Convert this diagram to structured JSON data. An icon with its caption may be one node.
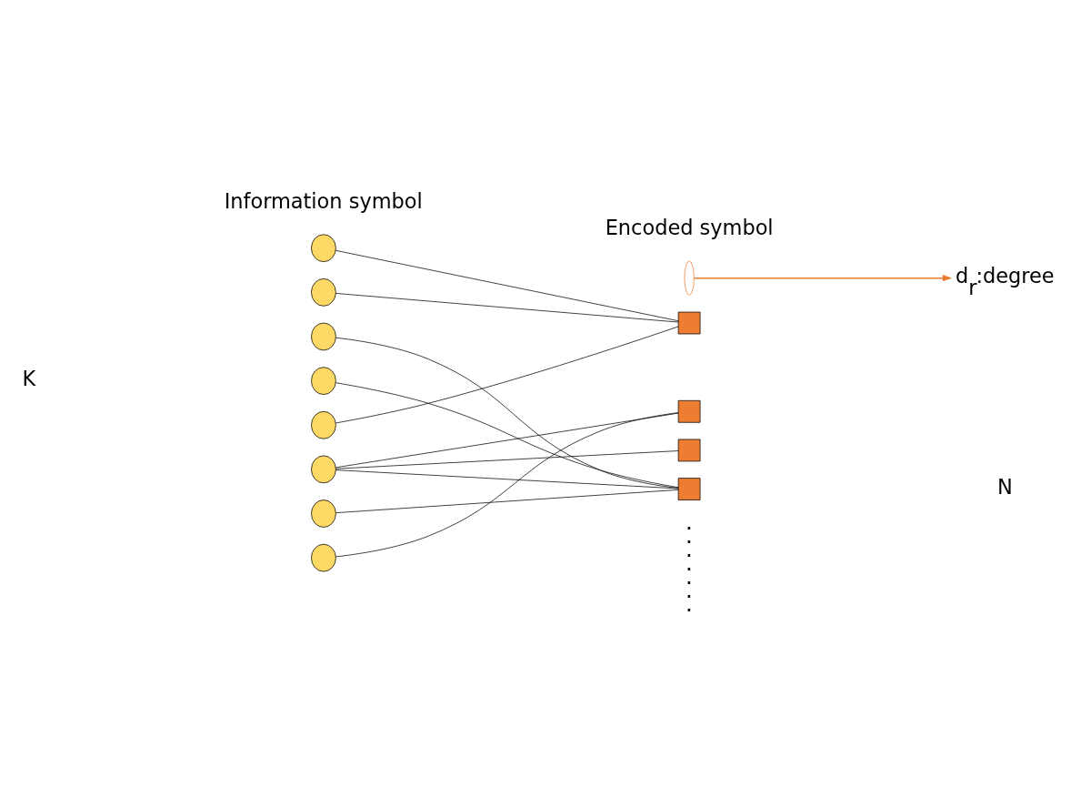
{
  "diagram": {
    "nodes": [
      {
        "text": [],
        "shape": "circle"
      },
      {
        "text": [],
        "shape": "circle"
      },
      {
        "text": [],
        "shape": "circle"
      },
      {
        "text": [],
        "shape": "circle"
      },
      {
        "text": [],
        "shape": "circle"
      },
      {
        "text": [],
        "shape": "circle"
      },
      {
        "text": [],
        "shape": "circle"
      },
      {
        "text": [],
        "shape": "circle"
      },
      {
        "text": [],
        "shape": "ellipse"
      },
      {
        "text": [
          "d$_{r}$:degree"
        ]
      },
      {
        "text": [],
        "shape": "box"
      },
      {
        "text": [],
        "shape": "box"
      },
      {
        "text": [],
        "shape": "box"
      },
      {
        "text": [],
        "shape": "box"
      }
    ],
    "edges": [
      {
        "from": 0,
        "to": 10,
        "arrow": "none"
      },
      {
        "from": 1,
        "to": 10,
        "arrow": "none"
      },
      {
        "from": 2,
        "to": 13,
        "arrow": "none"
      },
      {
        "from": 3,
        "to": 13,
        "arrow": "none"
      },
      {
        "from": 4,
        "to": 10,
        "arrow": "none"
      },
      {
        "from": 5,
        "to": 11,
        "arrow": "none"
      },
      {
        "from": 5,
        "to": 12,
        "arrow": "none"
      },
      {
        "from": 5,
        "to": 13,
        "arrow": "none"
      },
      {
        "from": 6,
        "to": 13,
        "arrow": "none"
      },
      {
        "from": 7,
        "to": 11,
        "arrow": "none"
      },
      {
        "from": 8,
        "to": 9,
        "arrow": "to",
        "color": "#ed7d31"
      }
    ],
    "labels": [
      "Information symbol",
      "Encoded symbol",
      "K",
      "N",
      "......."
    ]
  }
}
